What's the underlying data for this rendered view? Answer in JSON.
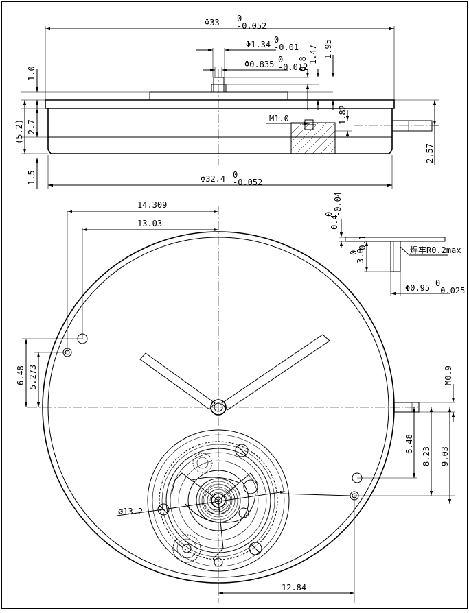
{
  "top_view": {
    "dia_outer": "Φ33",
    "dia_outer_tol_up": "0",
    "dia_outer_tol_lo": "-0.052",
    "dia_134": "Φ1.34",
    "dia_134_tol_up": "0",
    "dia_134_tol_lo": "-0.01",
    "dia_0835": "Φ0.835",
    "dia_0835_tol_up": "0",
    "dia_0835_tol_lo": "-0.012",
    "h_08": "0.8",
    "h_147": "1.47",
    "h_195": "1.95",
    "h_10": "1.0",
    "h_52": "(5.2)",
    "h_27": "2.7",
    "h_15": "1.5",
    "m10": "M1.0",
    "h_182": "1.82",
    "h_257": "2.57",
    "dia_324": "Φ32.4",
    "dia_324_tol_up": "0",
    "dia_324_tol_lo": "-0.052"
  },
  "plan_view": {
    "d_14309": "14.309",
    "d_1303": "13.03",
    "d_648_left": "6.48",
    "d_5273": "5.273",
    "d_648_right": "6.48",
    "d_823": "8.23",
    "d_903": "9.03",
    "d_m09": "M0.9",
    "d_132": "⌀13.2",
    "d_1284": "12.84"
  },
  "detail_view": {
    "d_04": "0.4",
    "d_04_tol_up": "0",
    "d_04_tol_lo": "-0.04",
    "d_30": "3.0",
    "d_30_tol_up": "0",
    "d_30_tol_lo": "-0.1",
    "weld_note": "焊牢R0.2max",
    "d_095": "Φ0.95",
    "d_095_tol_up": "0",
    "d_095_tol_lo": "-0.025"
  }
}
